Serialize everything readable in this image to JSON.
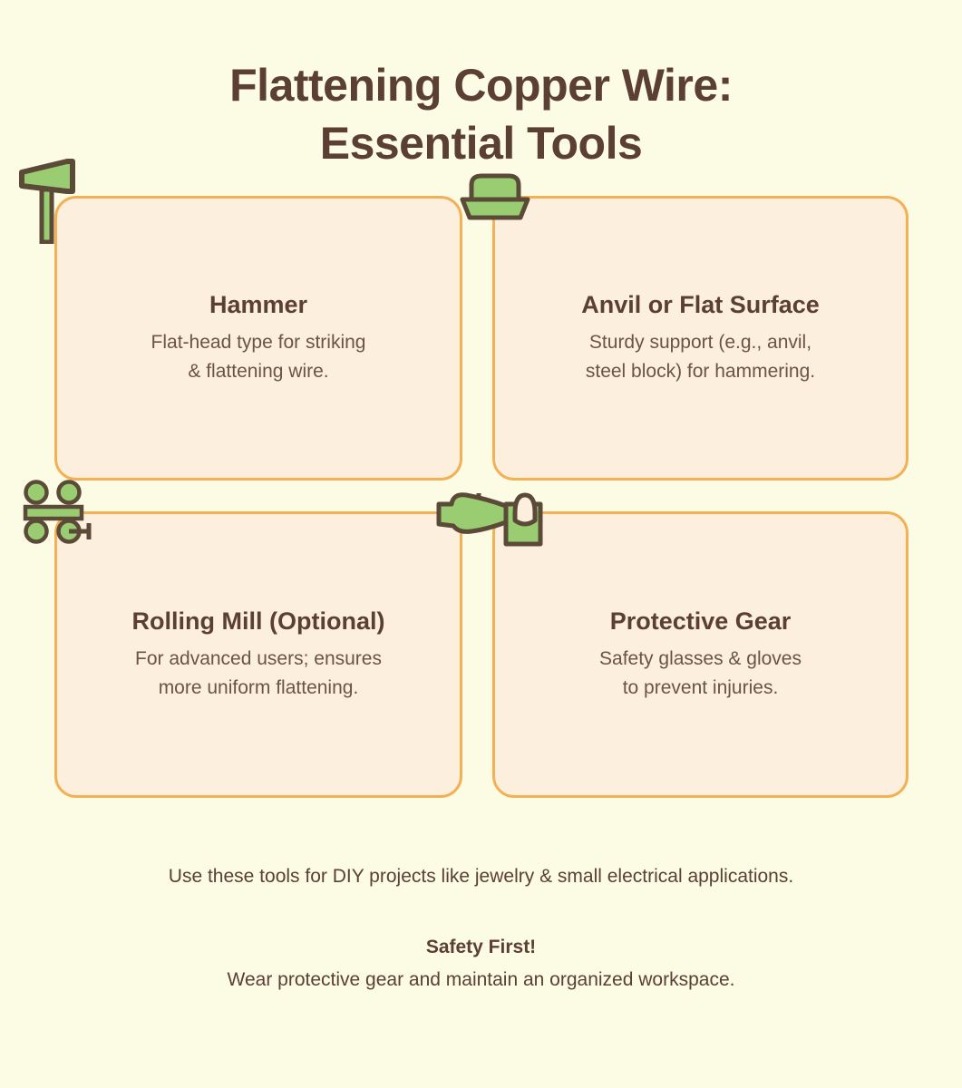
{
  "title": {
    "line1": "Flattening Copper Wire:",
    "line2": "Essential Tools"
  },
  "colors": {
    "page_background": "#fcfce4",
    "card_background": "#fdefdd",
    "card_border": "#f3b054",
    "heading_text": "#5b3f32",
    "body_text": "#6b5345",
    "icon_fill": "#9acd72",
    "icon_stroke": "#5b4a38"
  },
  "cards": [
    {
      "icon": "hammer-icon",
      "title": "Hammer",
      "description": "Flat-head type for striking\n& flattening wire."
    },
    {
      "icon": "anvil-icon",
      "title": "Anvil or Flat Surface",
      "description": "Sturdy support (e.g., anvil,\nsteel block) for hammering."
    },
    {
      "icon": "rolling-mill-icon",
      "title": "Rolling Mill (Optional)",
      "description": "For advanced users; ensures\nmore uniform flattening."
    },
    {
      "icon": "protective-gear-icon",
      "title": "Protective Gear",
      "description": "Safety glasses & gloves\nto prevent injuries."
    }
  ],
  "footer": {
    "note": "Use these tools for DIY projects like jewelry & small electrical applications.",
    "safety_heading": "Safety First!",
    "safety_text": "Wear protective gear and maintain an organized workspace."
  }
}
